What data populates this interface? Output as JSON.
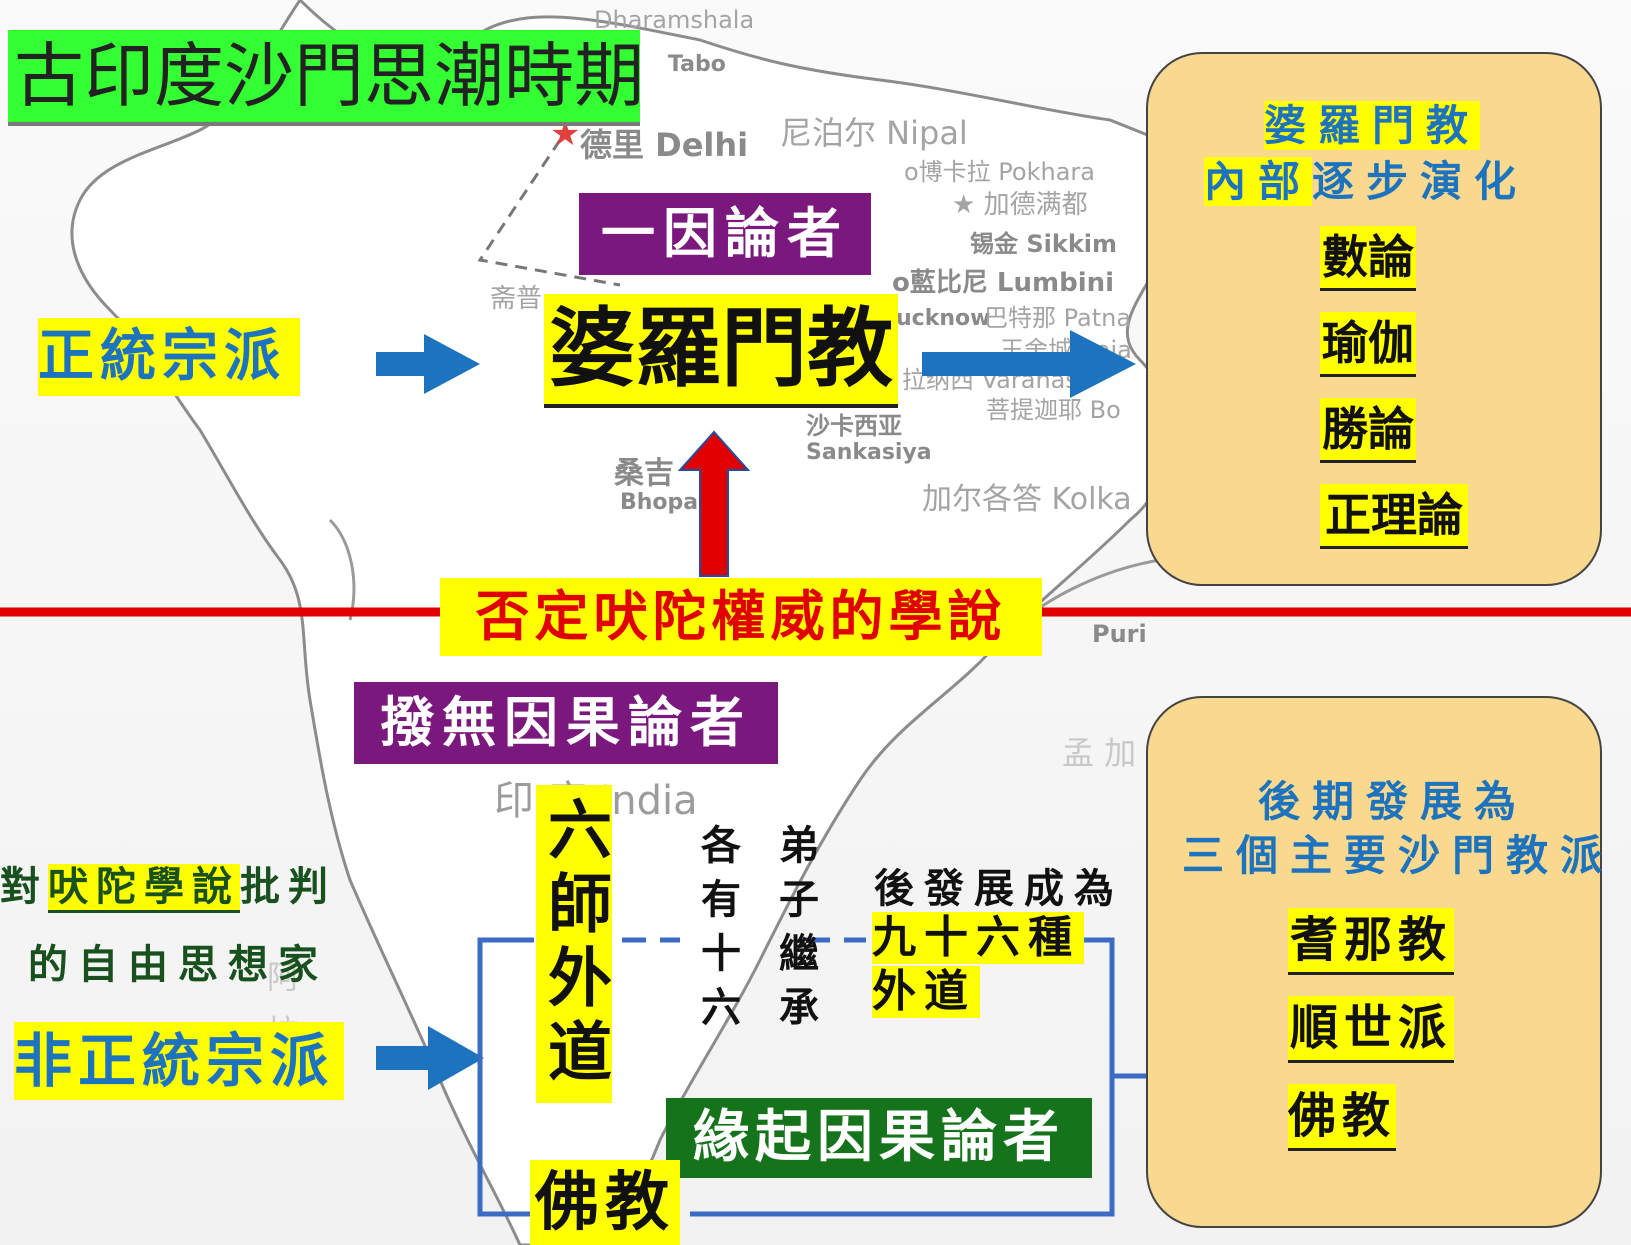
{
  "map_labels": {
    "dharamshala": "Dharamshala",
    "tabo": "Tabo",
    "delhi": "德里 Delhi",
    "nepal": "尼泊尔 Nipal",
    "pokhara": "o博卡拉 Pokhara",
    "kathmandu": "★ 加德满都",
    "sikkim": "锡金 Sikkim",
    "lumbini": "o藍比尼 Lumbini",
    "sravasti": "斋普",
    "lucknow": "ucknow",
    "patna": "巴特那 Patna",
    "rajgir": "王舍城 Raja",
    "varanasi": "拉纳西 Varanasi",
    "bodhgaya": "菩提迦耶 Bo",
    "sankasiya_cn": "沙卡西亚",
    "sankasiya": "Sankasiya",
    "sanchi": "桑吉",
    "bhopal": "Bhopal",
    "kolkata": "加尔各答 Kolka",
    "puri": "Puri",
    "bengal": "孟 加",
    "india": "印 度  India",
    "arabian_sea": "阿 拉 海"
  },
  "title": "古印度沙門思潮時期",
  "orthodox": "正統宗派",
  "brahmanism": "婆羅門教",
  "one_cause": "一因論者",
  "negate_vedas": "否定吠陀權威的學說",
  "no_cause": "撥無因果論者",
  "critique_prefix": "對",
  "critique_vedas": "吠陀學說",
  "critique_suffix": "批判",
  "free_thinkers": "的自由思想家",
  "non_orthodox": "非正統宗派",
  "six_teachers": "六師外道",
  "disciples_col1": "各有十六",
  "disciples_col2": "弟子繼承",
  "later_became": "後發展成為",
  "ninety_six": "九十六種",
  "heretics": "外道",
  "dependent_origination": "緣起因果論者",
  "buddhism_left": "佛教",
  "box_top": {
    "line1": "婆羅門教",
    "line2a": "內部",
    "line2b": "逐步演化",
    "items": [
      "數論",
      "瑜伽",
      "勝論",
      "正理論"
    ]
  },
  "box_bottom": {
    "line1": "後期發展為",
    "line2": "三個主要沙門教派",
    "items": [
      "耆那教",
      "順世派",
      "佛教"
    ]
  },
  "colors": {
    "title_bg": "#33ff33",
    "highlight": "#ffff00",
    "purple": "#7b187e",
    "green": "#15731b",
    "blue_arrow": "#1e73be",
    "red": "#e00000",
    "box": "#f9d88f"
  }
}
